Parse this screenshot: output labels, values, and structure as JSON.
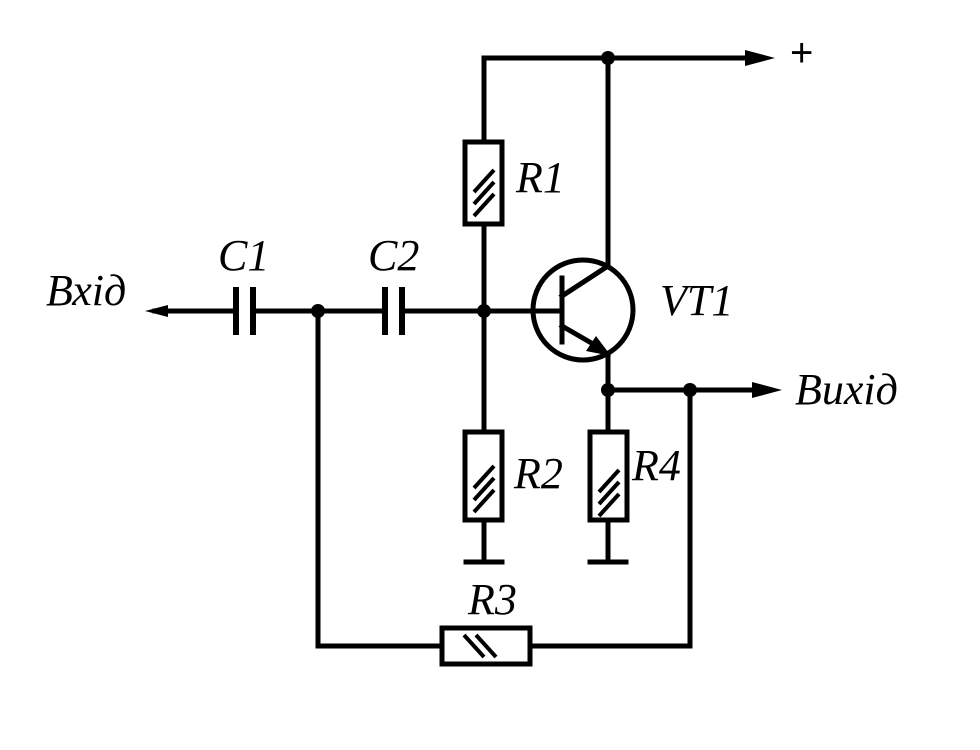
{
  "labels": {
    "input": "Вхід",
    "output": "Вихід",
    "supply": "+",
    "c1": "C1",
    "c2": "C2",
    "r1": "R1",
    "r2": "R2",
    "r3": "R3",
    "r4": "R4",
    "vt1": "VT1"
  }
}
